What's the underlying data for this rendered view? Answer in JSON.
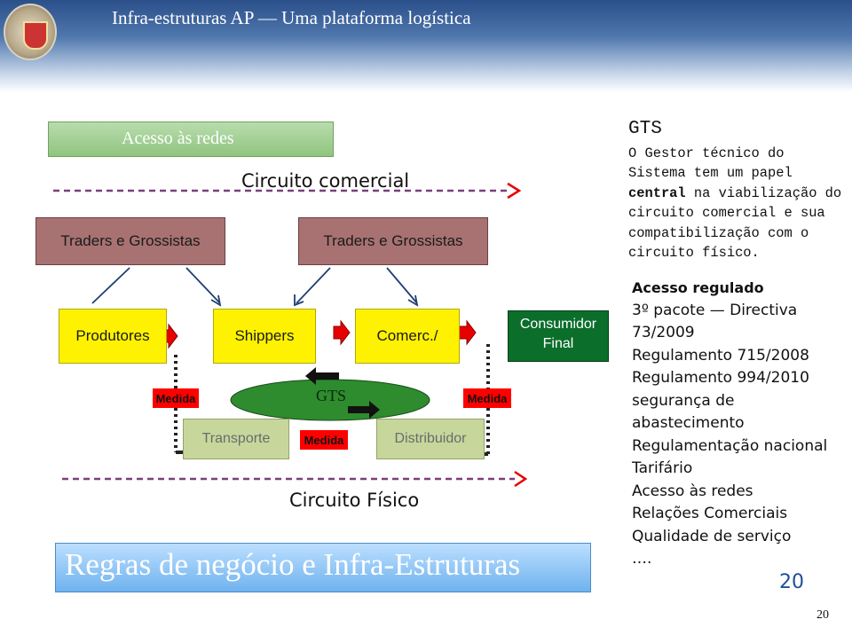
{
  "header": {
    "title": "Infra-estruturas AP — Uma plataforma logística"
  },
  "diagram": {
    "acesso_redes": "Acesso às redes",
    "circuito_comercial": "Circuito comercial",
    "traders_left": "Traders e Grossistas",
    "traders_right": "Traders e Grossistas",
    "produtores": "Produtores",
    "shippers": "Shippers",
    "comerc": "Comerc./",
    "consumidor": "Consumidor",
    "final": "Final",
    "medida_left": "Medida",
    "medida_right": "Medida",
    "medida_middle": "Medida",
    "gts": "GTS",
    "transporte": "Transporte",
    "distribuidor": "Distribuidor",
    "circuito_fisico": "Circuito Físico",
    "banner": "Regras de negócio e Infra-Estruturas"
  },
  "gts_panel": {
    "heading": "GTS",
    "line1": "O Gestor técnico do",
    "line2": "Sistema tem um papel",
    "line3_bold": "central",
    "line3_rest": " na viabilização do",
    "line4": "circuito comercial e sua",
    "line5": "compatibilização com o",
    "line6": "circuito físico."
  },
  "acesso_panel": {
    "heading": "Acesso regulado",
    "items": [
      "3º pacote — Directiva",
      "73/2009",
      "Regulamento 715/2008",
      "Regulamento 994/2010",
      "segurança de",
      "abastecimento",
      "Regulamentação nacional",
      "Tarifário",
      "Acesso às redes",
      "Relações Comerciais",
      "Qualidade de serviço",
      "…."
    ]
  },
  "page": {
    "number_large": "20",
    "number_small": "20"
  },
  "colors": {
    "header_blue": "#2b4f8a",
    "brown": "#a87272",
    "yellow": "#fff200",
    "red": "#ff0000",
    "dark_green": "#0b6e2b",
    "arrow_red": "#e60000",
    "dash_purple": "#7b3f7b",
    "banner_blue": "#6fb2ee",
    "page_number_blue": "#1f4e9a"
  }
}
